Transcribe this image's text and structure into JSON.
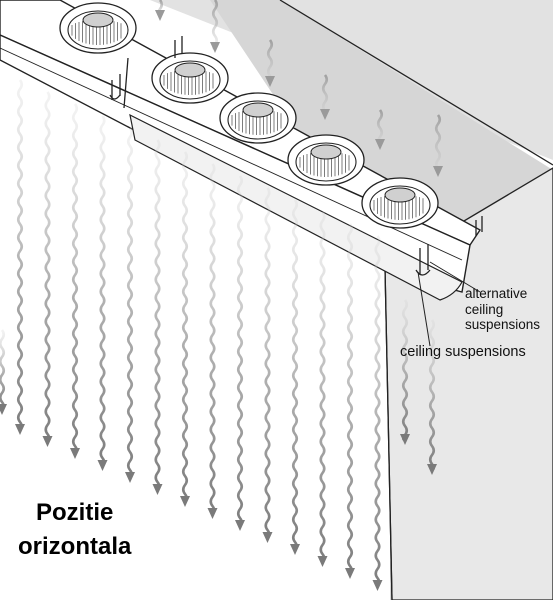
{
  "labels": {
    "alternative_ceiling_suspensions": [
      "alternative",
      "ceiling",
      "suspensions"
    ],
    "ceiling_suspensions": "ceiling suspensions"
  },
  "title": [
    "Pozitie",
    "orizontala"
  ],
  "colors": {
    "line": "#222222",
    "wall_shade": "#d4d4d4",
    "wall_panel": "#e9e9e9",
    "arrow": "#8a8a8a",
    "background": "#ffffff"
  }
}
